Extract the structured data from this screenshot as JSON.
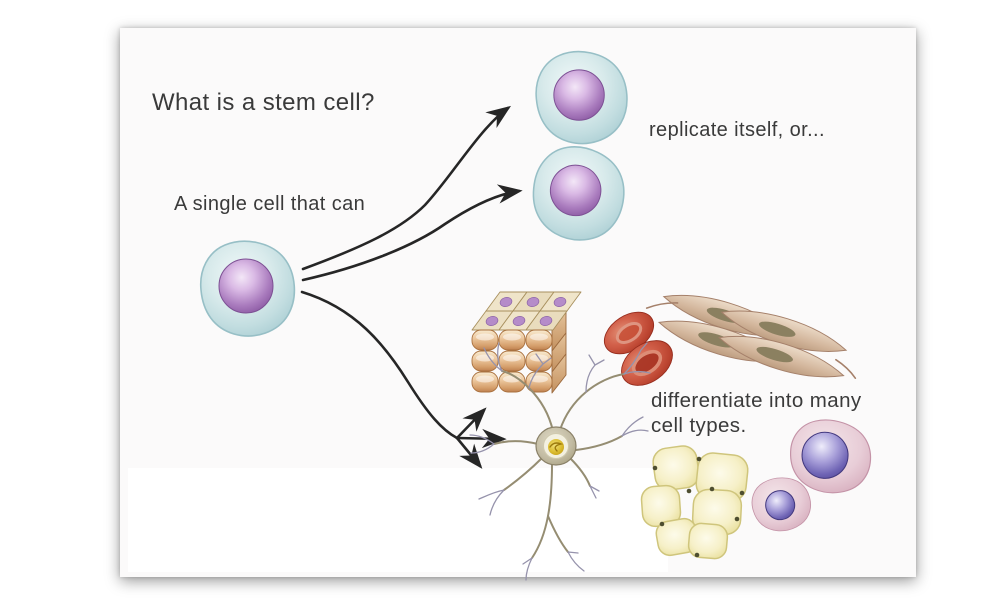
{
  "diagram": {
    "title": "What is a stem cell?",
    "subtitle": "A single cell that can",
    "labels": {
      "replicate": "replicate itself, or...",
      "differentiate_line1": "differentiate into many",
      "differentiate_line2": "cell types."
    },
    "figures": [
      "stem-cell",
      "daughter-stem-cell-top",
      "daughter-stem-cell-bottom",
      "epithelial-cell-block",
      "red-blood-cells",
      "smooth-muscle-cells",
      "neuron",
      "fat-cells",
      "white-blood-cells"
    ],
    "colors": {
      "background": "#ffffff",
      "card": "#fbfafa",
      "text": "#3a3a3a",
      "arrow": "#262626",
      "stem_cell_body": "#cde3e4",
      "stem_cell_nucleus": "#9b6cb3",
      "epithelial": "#dfb084",
      "red_blood_cell": "#bb4430",
      "muscle": "#d3b69c",
      "neuron_body": "#b9b29a",
      "neuron_nucleus": "#d2ac25",
      "fat_cell": "#f2edc4",
      "immune_body": "#e0c2cd",
      "immune_nucleus": "#5e55a8"
    }
  }
}
